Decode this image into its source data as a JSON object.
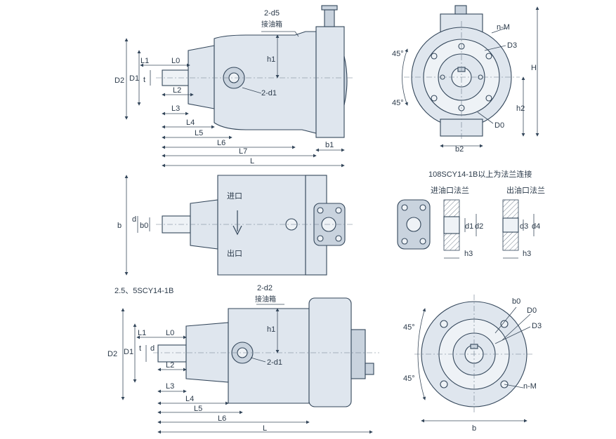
{
  "labels": {
    "top_side": {
      "d5": "2-d5",
      "oil_box_top": "接油箱",
      "h1": "h1",
      "d1_port": "2-d1",
      "D2": "D2",
      "D1": "D1",
      "t": "t",
      "L1": "L1",
      "L0": "L0",
      "L2": "L2",
      "L3": "L3",
      "L4": "L4",
      "L5": "L5",
      "L6": "L6",
      "L7": "L7",
      "L": "L",
      "b1": "b1"
    },
    "top_front": {
      "nM": "n-M",
      "D3": "D3",
      "angle1": "45°",
      "angle2": "45°",
      "h2": "h2",
      "D0": "D0",
      "H": "H",
      "b2": "b2"
    },
    "middle": {
      "b": "b",
      "d": "d",
      "b0": "b0",
      "inlet": "进口",
      "outlet": "出口"
    },
    "flange": {
      "title": "108SCY14-1B以上为法兰连接",
      "inlet_flange": "进油口法兰",
      "outlet_flange": "出油口法兰",
      "d1": "d1",
      "d2": "d2",
      "d3": "d3",
      "d4": "d4",
      "h3a": "h3",
      "h3b": "h3"
    },
    "bottom_side": {
      "model": "2.5、5SCY14-1B",
      "d2_port": "2-d2",
      "oil_box": "接油箱",
      "h1": "h1",
      "d1_port": "2-d1",
      "D2": "D2",
      "D1": "D1",
      "t": "t",
      "d": "d",
      "L1": "L1",
      "L0": "L0",
      "L2": "L2",
      "L3": "L3",
      "L4": "L4",
      "L5": "L5",
      "L6": "L6",
      "L": "L"
    },
    "bottom_front": {
      "b0": "b0",
      "D0": "D0",
      "D3": "D3",
      "angle1": "45°",
      "angle2": "45°",
      "nM": "n-M",
      "b": "b"
    }
  },
  "colors": {
    "line": "#33465a",
    "body_fill": "#dfe6ee",
    "dark_fill": "#c9d3de",
    "text": "#2b3a4a"
  }
}
